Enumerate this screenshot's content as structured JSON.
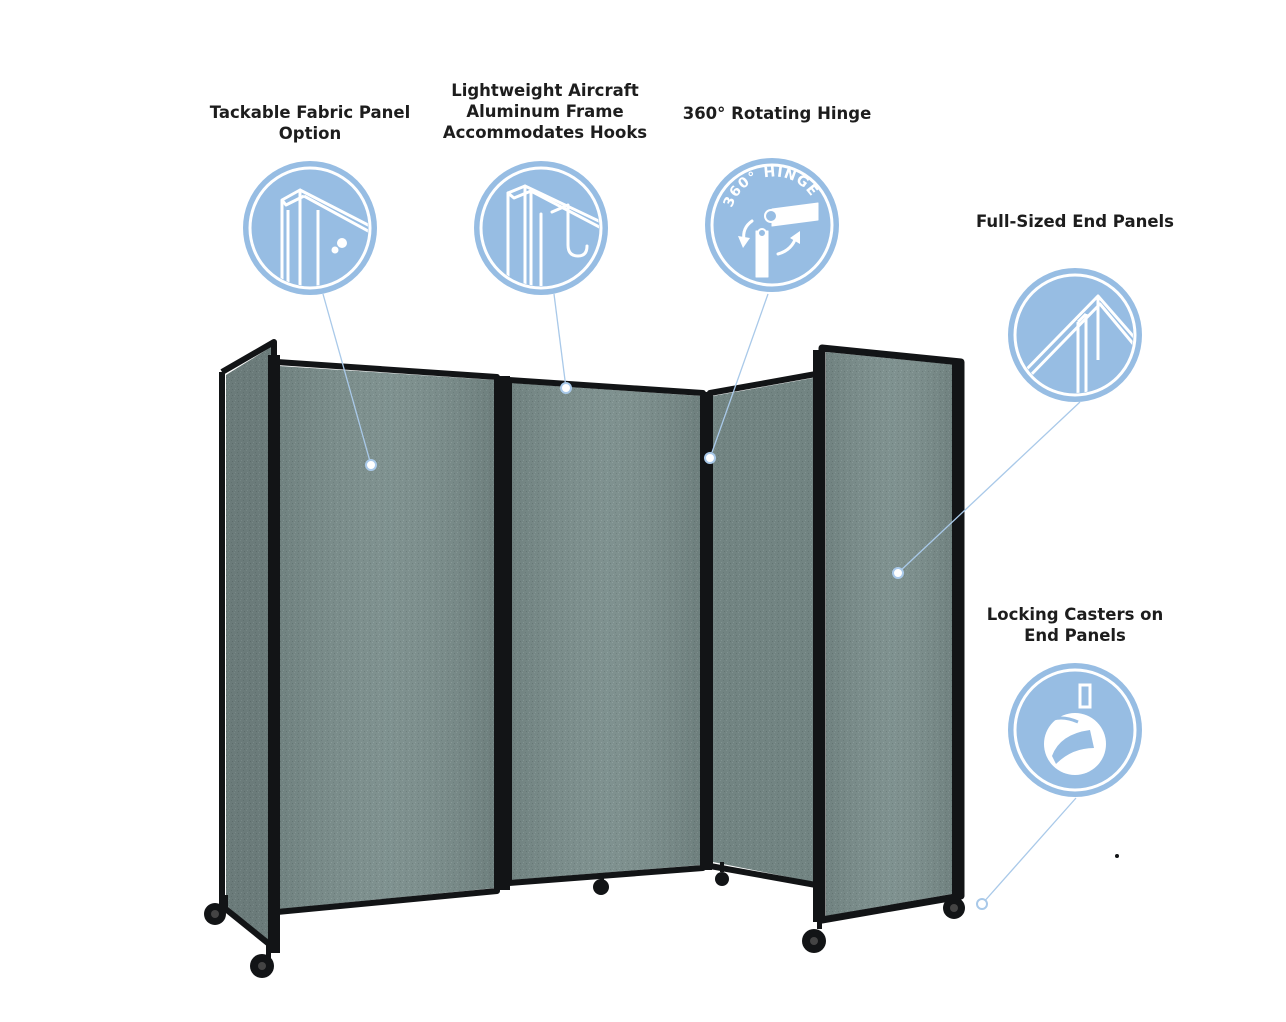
{
  "features": [
    {
      "id": "tackable",
      "lines": [
        "Tackable Fabric Panel",
        "Option"
      ],
      "icon": "pushpin-panel-icon"
    },
    {
      "id": "frame",
      "lines": [
        "Lightweight Aircraft",
        "Aluminum Frame",
        "Accommodates Hooks"
      ],
      "icon": "hook-frame-icon"
    },
    {
      "id": "hinge",
      "lines": [
        "360° Rotating Hinge"
      ],
      "icon": "rotating-hinge-icon",
      "badge": "360° HINGE"
    },
    {
      "id": "endpanels",
      "lines": [
        "Full-Sized End Panels"
      ],
      "icon": "end-panel-corner-icon"
    },
    {
      "id": "casters",
      "lines": [
        "Locking Casters on",
        "End Panels"
      ],
      "icon": "caster-wheel-icon"
    }
  ],
  "colors": {
    "icon_fill": "#97bde3",
    "icon_ring": "#ffffff",
    "callout_line": "#a9c9e9",
    "fabric": "#7a8d8b",
    "frame": "#121416",
    "label_text": "#1d1d1d"
  }
}
